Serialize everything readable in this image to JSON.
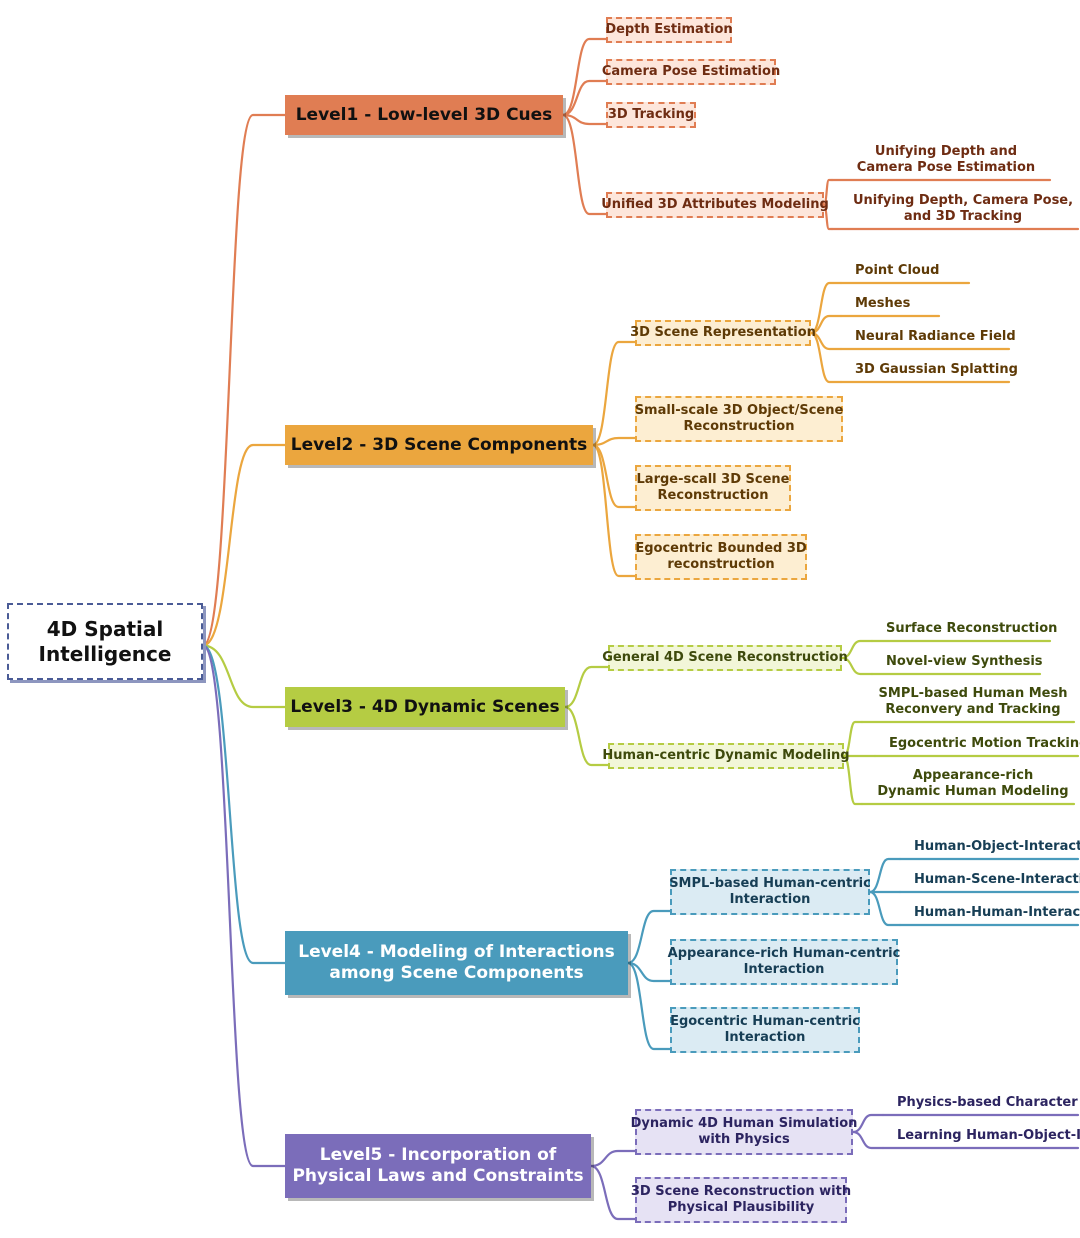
{
  "root": "4D Spatial\nIntelligence",
  "colors": {
    "root_border": "#4a5b96",
    "level1": "#e07d53",
    "level2": "#eba63e",
    "level3": "#b5cc43",
    "level4": "#4a9bbc",
    "level5": "#7b6dba"
  },
  "levels": [
    {
      "label": "Level1 - Low-level 3D Cues",
      "children": [
        {
          "label": "Depth Estimation",
          "children": []
        },
        {
          "label": "Camera Pose Estimation",
          "children": []
        },
        {
          "label": "3D Tracking",
          "children": []
        },
        {
          "label": "Unified 3D Attributes Modeling",
          "children": [
            "Unifying Depth and\nCamera Pose Estimation",
            "Unifying Depth, Camera Pose,\nand 3D Tracking"
          ]
        }
      ]
    },
    {
      "label": "Level2 - 3D Scene Components",
      "children": [
        {
          "label": "3D Scene Representation",
          "children": [
            "Point Cloud",
            "Meshes",
            "Neural Radiance Field",
            "3D Gaussian Splatting"
          ]
        },
        {
          "label": "Small-scale 3D Object/Scene\nReconstruction",
          "children": []
        },
        {
          "label": "Large-scall 3D Scene\nReconstruction",
          "children": []
        },
        {
          "label": "Egocentric Bounded 3D\nreconstruction",
          "children": []
        }
      ]
    },
    {
      "label": "Level3 - 4D Dynamic Scenes",
      "children": [
        {
          "label": "General 4D Scene Reconstruction",
          "children": [
            "Surface Reconstruction",
            "Novel-view Synthesis"
          ]
        },
        {
          "label": "Human-centric Dynamic Modeling",
          "children": [
            "SMPL-based Human Mesh\nReconvery and Tracking",
            "Egocentric Motion Tracking",
            "Appearance-rich\nDynamic Human Modeling"
          ]
        }
      ]
    },
    {
      "label": "Level4 - Modeling of Interactions\namong Scene Components",
      "children": [
        {
          "label": "SMPL-based Human-centric\nInteraction",
          "children": [
            "Human-Object-Interaction",
            "Human-Scene-Interaction",
            "Human-Human-Interaction"
          ]
        },
        {
          "label": "Appearance-rich Human-centric\nInteraction",
          "children": []
        },
        {
          "label": "Egocentric Human-centric\nInteraction",
          "children": []
        }
      ]
    },
    {
      "label": "Level5 - Incorporation of\nPhysical Laws and Constraints",
      "children": [
        {
          "label": "Dynamic 4D Human Simulation\nwith Physics",
          "children": [
            "Physics-based Character Animation",
            "Learning Human-Object-Interaction"
          ]
        },
        {
          "label": "3D Scene Reconstruction with\nPhysical Plausibility",
          "children": []
        }
      ]
    }
  ]
}
